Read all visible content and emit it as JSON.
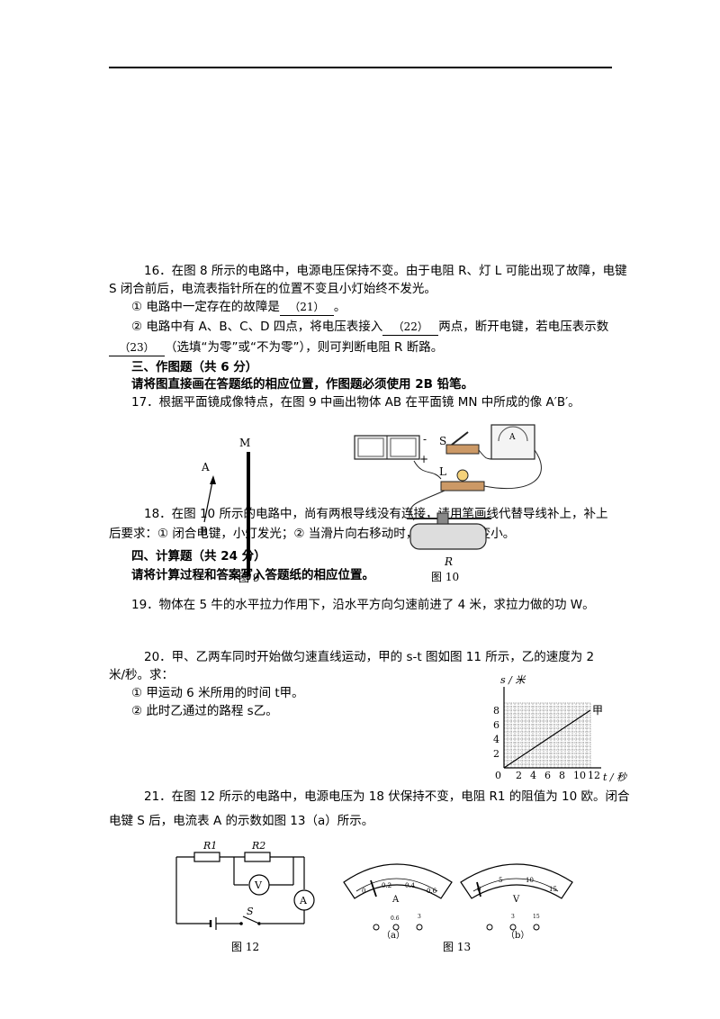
{
  "q16": {
    "line1": "16．在图 8 所示的电路中，电源电压保持不变。由于电阻 R、灯 L 可能出现了故障，电键",
    "line2": "S 闭合前后，电流表指针所在的位置不变且小灯始终不发光。",
    "sub1_pre": "① 电路中一定存在的故障是",
    "blank21": "（21）",
    "sub1_post": "。",
    "sub2_pre": "② 电路中有 A、B、C、D 四点，将电压表接入",
    "blank22": "（22）",
    "sub2_post": "两点，断开电键，若电压表示数",
    "blank23": "（23）",
    "line5_post": "（选填“为零”或“不为零”），则可判断电阻 R 断路。"
  },
  "section3": {
    "title": "三、作图题（共 6 分）",
    "instruction": "请将图直接画在答题纸的相应位置，作图题必须使用 2B 铅笔。"
  },
  "q17": {
    "text": "17．根据平面镜成像特点，在图 9 中画出物体 AB 在平面镜 MN 中所成的像 A′B′。"
  },
  "fig9": {
    "mirror_label": "M",
    "a_label": "A",
    "b_label": "B",
    "caption": "图 9"
  },
  "fig10": {
    "s_label": "S",
    "l_label": "L",
    "r_label": "R",
    "caption": "图 10",
    "plus": "+",
    "minus": "-"
  },
  "q18": {
    "line1": "18．在图 10 所示的电路中，尚有两根导线没有连接，请用笔画线代替导线补上，补上",
    "line2": "后要求：① 闭合电键，小灯发光；② 当滑片向右移动时，电流表示数变小。"
  },
  "section4": {
    "title": "四、计算题（共 24 分）",
    "instruction": "请将计算过程和答案写入答题纸的相应位置。"
  },
  "q19": {
    "text": "19．物体在 5 牛的水平拉力作用下，沿水平方向匀速前进了 4 米，求拉力做的功 W。"
  },
  "q20": {
    "line1": "20．甲、乙两车同时开始做匀速直线运动，甲的 s-t 图如图 11 所示，乙的速度为 2",
    "line2": "米/秒。求：",
    "sub1": "① 甲运动 6 米所用的时间 t甲。",
    "sub2": "② 此时乙通过的路程 s乙。"
  },
  "fig11": {
    "ylabel": "s / 米",
    "xlabel": "t / 秒",
    "series_label": "甲",
    "origin": "0"
  },
  "chart_data": {
    "type": "line",
    "title": "",
    "xlabel": "t / 秒",
    "ylabel": "s / 米",
    "x_ticks": [
      2,
      4,
      6,
      8,
      10,
      12
    ],
    "y_ticks": [
      2,
      4,
      6,
      8
    ],
    "xlim": [
      0,
      12
    ],
    "ylim": [
      0,
      9
    ],
    "grid": true,
    "series": [
      {
        "name": "甲",
        "x": [
          0,
          12
        ],
        "y": [
          0,
          8
        ]
      }
    ]
  },
  "q21": {
    "line1": "21．在图 12 所示的电路中，电源电压为 18 伏保持不变，电阻 R1 的阻值为 10 欧。闭合",
    "line2": "电键 S 后，电流表 A 的示数如图 13（a）所示。"
  },
  "fig12": {
    "r1": "R1",
    "r2": "R2",
    "v": "V",
    "a": "A",
    "s": "S",
    "caption": "图 12"
  },
  "fig13": {
    "a_meter": "A",
    "v_meter": "V",
    "a_scale": [
      "0",
      "0.2",
      "0.4",
      "0.6"
    ],
    "a_terminals": [
      "0.6",
      "3"
    ],
    "v_scale": [
      "0",
      "5",
      "10",
      "15"
    ],
    "v_terminals": [
      "3",
      "15"
    ],
    "sub_a": "（a）",
    "sub_b": "（b）",
    "caption": "图 13"
  }
}
